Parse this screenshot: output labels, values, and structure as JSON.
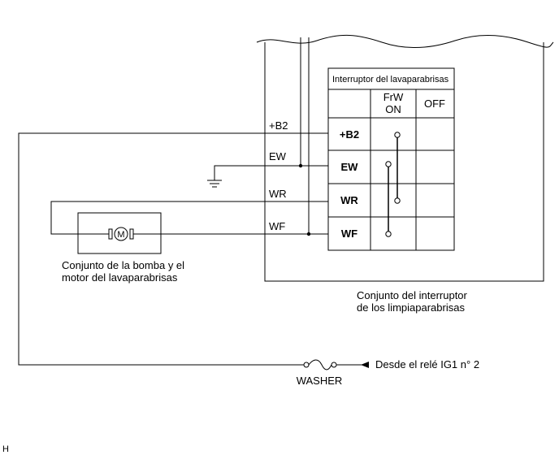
{
  "switch_table": {
    "title": "Interruptor del lavaparabrisas",
    "col_frw_line1": "FrW",
    "col_frw_line2": "ON",
    "col_off": "OFF",
    "rows": [
      "+B2",
      "EW",
      "WR",
      "WF"
    ]
  },
  "wire_labels": [
    "+B2",
    "EW",
    "WR",
    "WF"
  ],
  "pump": {
    "symbol": "M",
    "label_line1": "Conjunto de la bomba y el",
    "label_line2": "motor del lavaparabrisas"
  },
  "switch_assembly": {
    "label_line1": "Conjunto del interruptor",
    "label_line2": "de los limpiaparabrisas"
  },
  "fuse": {
    "label": "WASHER"
  },
  "source": {
    "label": "Desde el relé IG1 n° 2"
  },
  "corner_mark": "H"
}
